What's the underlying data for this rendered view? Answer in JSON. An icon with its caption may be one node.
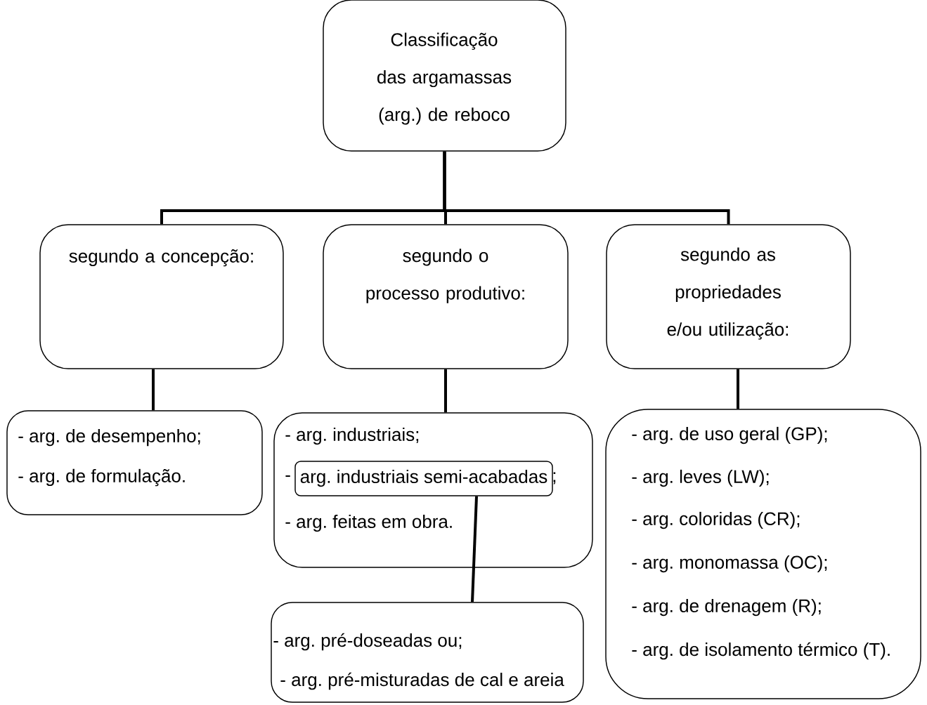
{
  "diagram": {
    "nodes": [
      {
        "text": [
          "Classificação das argamassas (arg.) de reboco"
        ]
      },
      {
        "text": [
          "segundo a concepção:"
        ]
      },
      {
        "text": [
          "segundo o processo produtivo:"
        ]
      },
      {
        "text": [
          "segundo as propriedades e/ou utilização:"
        ]
      },
      {
        "text": [
          "- arg. de desempenho;",
          "- arg. de formulação."
        ]
      },
      {
        "text": [
          "- arg. industriais;",
          "-",
          ";",
          "- arg. feitas em obra."
        ]
      },
      {
        "text": [
          "arg. industriais semi-acabadas"
        ],
        "in": 5
      },
      {
        "text": [
          "- arg. pré-doseadas ou;",
          "- arg. pré-misturadas de cal e areia"
        ]
      },
      {
        "text": [
          "- arg. de uso geral (GP);",
          "- arg. leves (LW);",
          "- arg. coloridas (CR);",
          "- arg. monomassa (OC);",
          "- arg. de drenagem (R);",
          "- arg. de isolamento térmico (T)."
        ]
      }
    ],
    "edges": [
      {
        "from": 0,
        "to": 1,
        "arrow": "none"
      },
      {
        "from": 0,
        "to": 2,
        "arrow": "none"
      },
      {
        "from": 0,
        "to": 3,
        "arrow": "none"
      },
      {
        "from": 1,
        "to": 4,
        "arrow": "none"
      },
      {
        "from": 2,
        "to": 5,
        "arrow": "none"
      },
      {
        "from": 3,
        "to": 8,
        "arrow": "none"
      },
      {
        "from": 6,
        "to": 7,
        "arrow": "none"
      }
    ]
  }
}
